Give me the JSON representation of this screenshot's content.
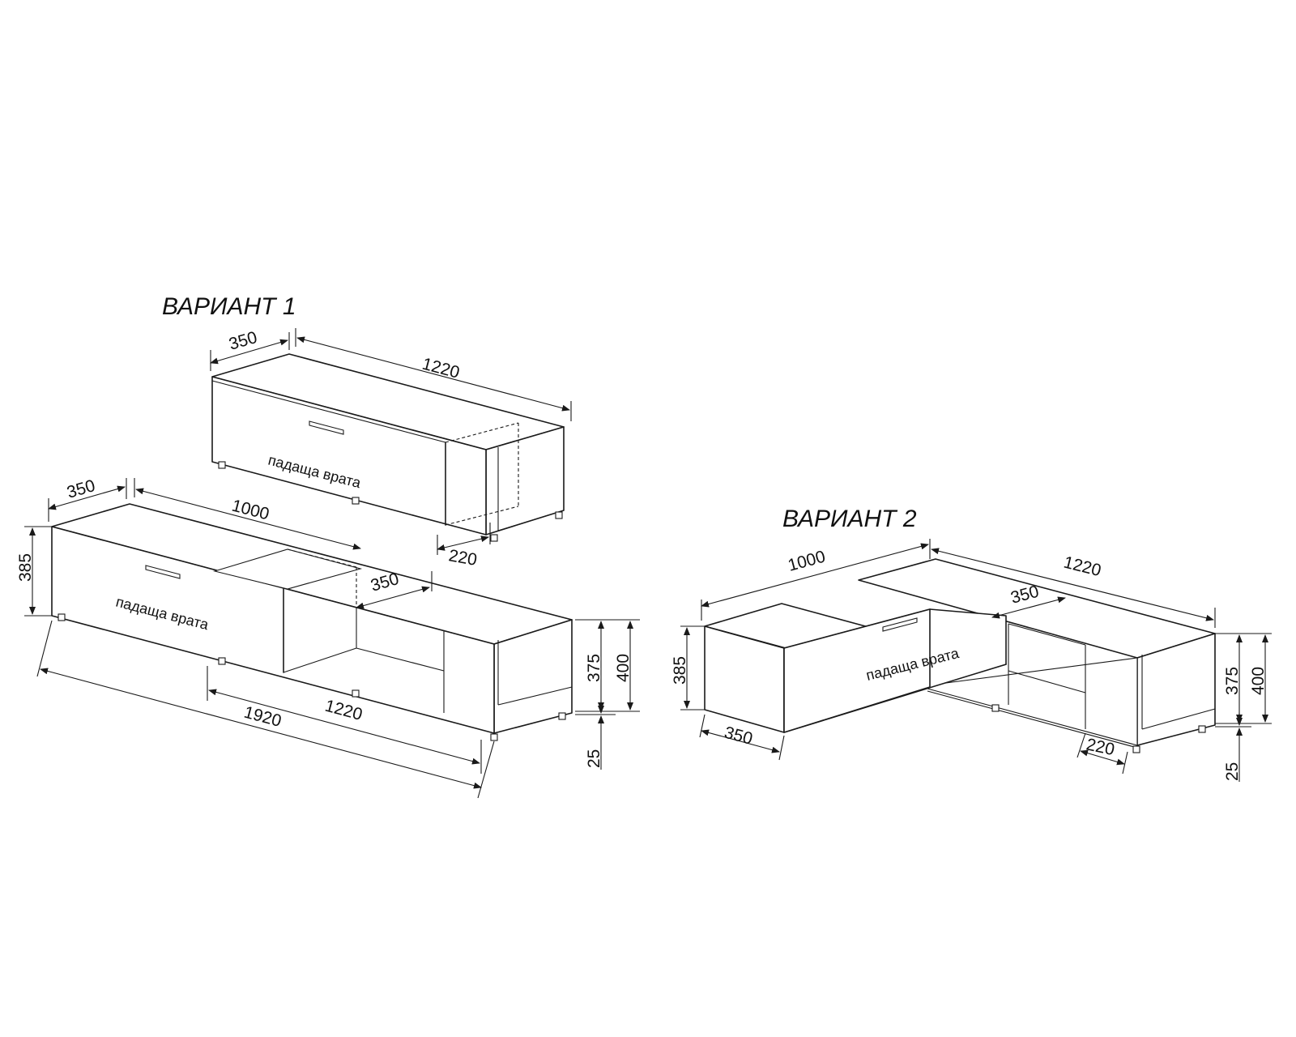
{
  "variant1": {
    "title": "ВАРИАНТ 1",
    "upper_unit": {
      "door_label": "падаща врата",
      "dims": {
        "depth": "350",
        "length": "1220",
        "shelf_depth": "220"
      }
    },
    "lower_unit": {
      "door_label": "падаща врата",
      "dims": {
        "depth": "350",
        "length_1000": "1000",
        "height_385": "385",
        "inner_depth": "350",
        "height_375": "375",
        "height_400": "400",
        "leg_25": "25",
        "length_1220": "1220",
        "total_1920": "1920"
      }
    }
  },
  "variant2": {
    "title": "ВАРИАНТ 2",
    "door_label": "падаща врата",
    "dims": {
      "length_1000": "1000",
      "length_1220": "1220",
      "inner_depth": "350",
      "height_385": "385",
      "height_375": "375",
      "height_400": "400",
      "leg_25": "25",
      "depth_350": "350",
      "shelf_220": "220"
    }
  }
}
